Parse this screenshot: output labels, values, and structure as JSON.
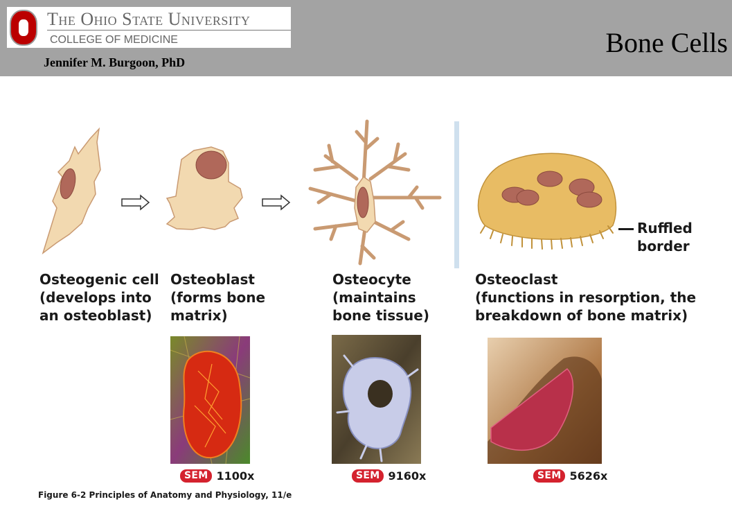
{
  "header": {
    "university": "The Ohio State University",
    "college": "COLLEGE OF MEDICINE",
    "author": "Jennifer M. Burgoon, PhD",
    "slide_title": "Bone Cells"
  },
  "cells": [
    {
      "name": "Osteogenic cell",
      "desc_1": "(develops into",
      "desc_2": "an osteoblast)"
    },
    {
      "name": "Osteoblast",
      "desc_1": "(forms bone",
      "desc_2": "matrix)"
    },
    {
      "name": "Osteocyte",
      "desc_1": "(maintains",
      "desc_2": "bone tissue)"
    },
    {
      "name": "Osteoclast",
      "desc_1": "(functions in resorption, the",
      "desc_2": "breakdown of bone matrix)"
    }
  ],
  "ruffled_border": {
    "line_1": "Ruffled",
    "line_2": "border"
  },
  "micrographs": [
    {
      "badge": "SEM",
      "magnification": "1100x"
    },
    {
      "badge": "SEM",
      "magnification": "9160x"
    },
    {
      "badge": "SEM",
      "magnification": "5626x"
    }
  ],
  "caption": "Figure 6-2  Principles of Anatomy and Physiology, 11/e",
  "colors": {
    "header_bg": "#a3a3a3",
    "osu_red": "#bb0000",
    "cell_fill": "#f2d9b0",
    "nucleus": "#b0685a",
    "osteoclast_fill": "#e8bc64",
    "sem_badge": "#d4222e"
  }
}
